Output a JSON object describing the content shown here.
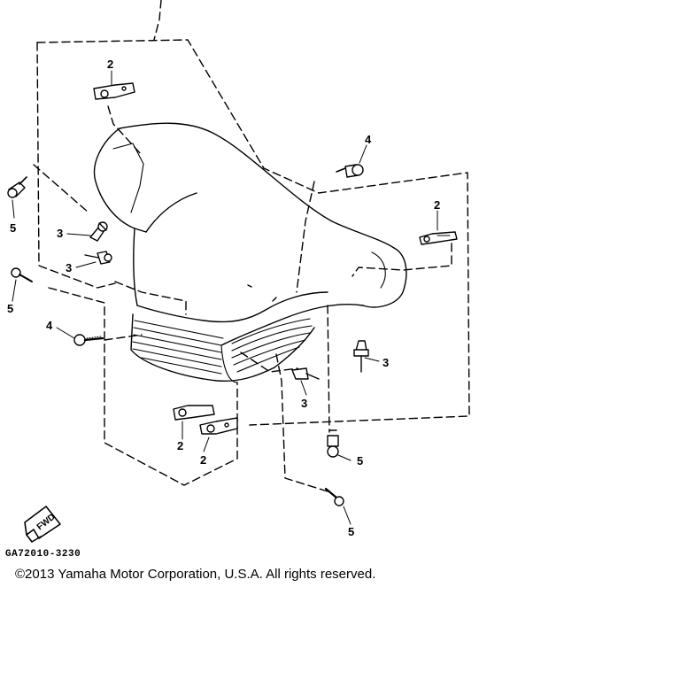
{
  "diagram": {
    "callouts": {
      "c2_top": "2",
      "c4_top": "4",
      "c2_right": "2",
      "c5_upper_left": "5",
      "c3_upper_left": "3",
      "c3_mid_left": "3",
      "c5_mid_left": "5",
      "c4_left": "4",
      "c3_right": "3",
      "c3_center": "3",
      "c2_bottom_left": "2",
      "c2_bottom_mid": "2",
      "c5_bottom_mid": "5",
      "c5_bottom": "5"
    },
    "fwd_arrow_label": "FWD",
    "part_code": "GA72010-3230",
    "copyright": "©2013 Yamaha Motor Corporation, U.S.A. All rights reserved."
  },
  "colors": {
    "ink": "#000000",
    "background": "#ffffff"
  }
}
